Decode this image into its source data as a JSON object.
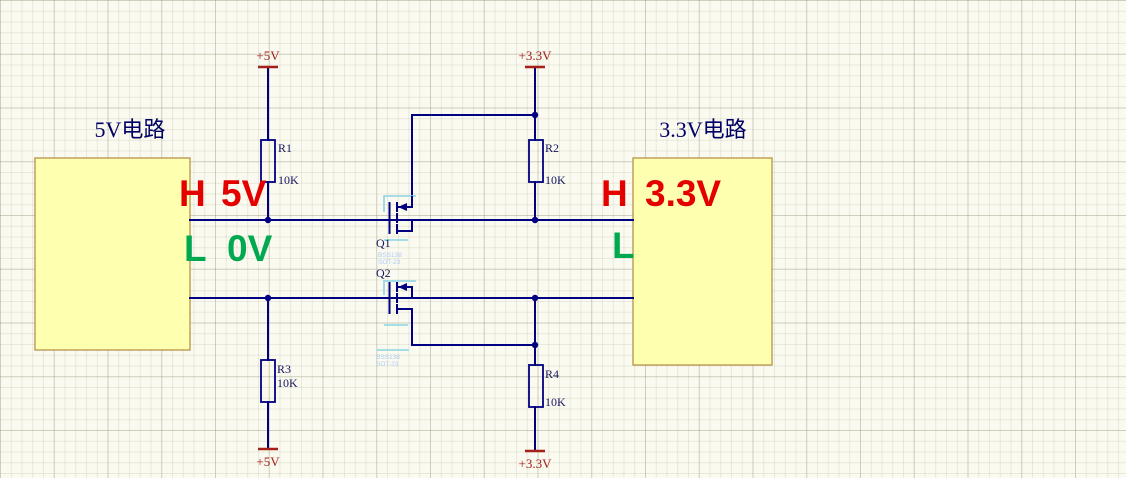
{
  "schematic": {
    "blocks": {
      "left": {
        "title": "5V电路"
      },
      "right": {
        "title": "3.3V电路"
      }
    },
    "power_ports": {
      "top_left": "+5V",
      "top_right": "+3.3V",
      "bottom_left": "+5V",
      "bottom_right": "+3.3V"
    },
    "resistors": {
      "r1": {
        "ref": "R1",
        "value": "10K"
      },
      "r2": {
        "ref": "R2",
        "value": "10K"
      },
      "r3": {
        "ref": "R3",
        "value": "10K"
      },
      "r4": {
        "ref": "R4",
        "value": "10K"
      }
    },
    "transistors": {
      "q1": {
        "ref": "Q1",
        "part": "BSS138",
        "footprint": "SOT-23"
      },
      "q2": {
        "ref": "Q2",
        "part": "BSS138",
        "footprint": "SOT-23"
      }
    },
    "annotations": {
      "left_high": {
        "label": "H",
        "value": "5V"
      },
      "left_low": {
        "label": "L",
        "value": "0V"
      },
      "right_high": {
        "label": "H",
        "value": "3.3V"
      },
      "right_low": {
        "label": "L",
        "value": ""
      }
    },
    "colors": {
      "wire": "#000080",
      "power": "#A52019",
      "block_fill": "#FFFFB0",
      "block_border": "#B08A3E",
      "highlight": "#8AD4E6",
      "annotation_red": "#E50000",
      "annotation_green": "#00A94F",
      "background": "#FAFAF0"
    }
  }
}
